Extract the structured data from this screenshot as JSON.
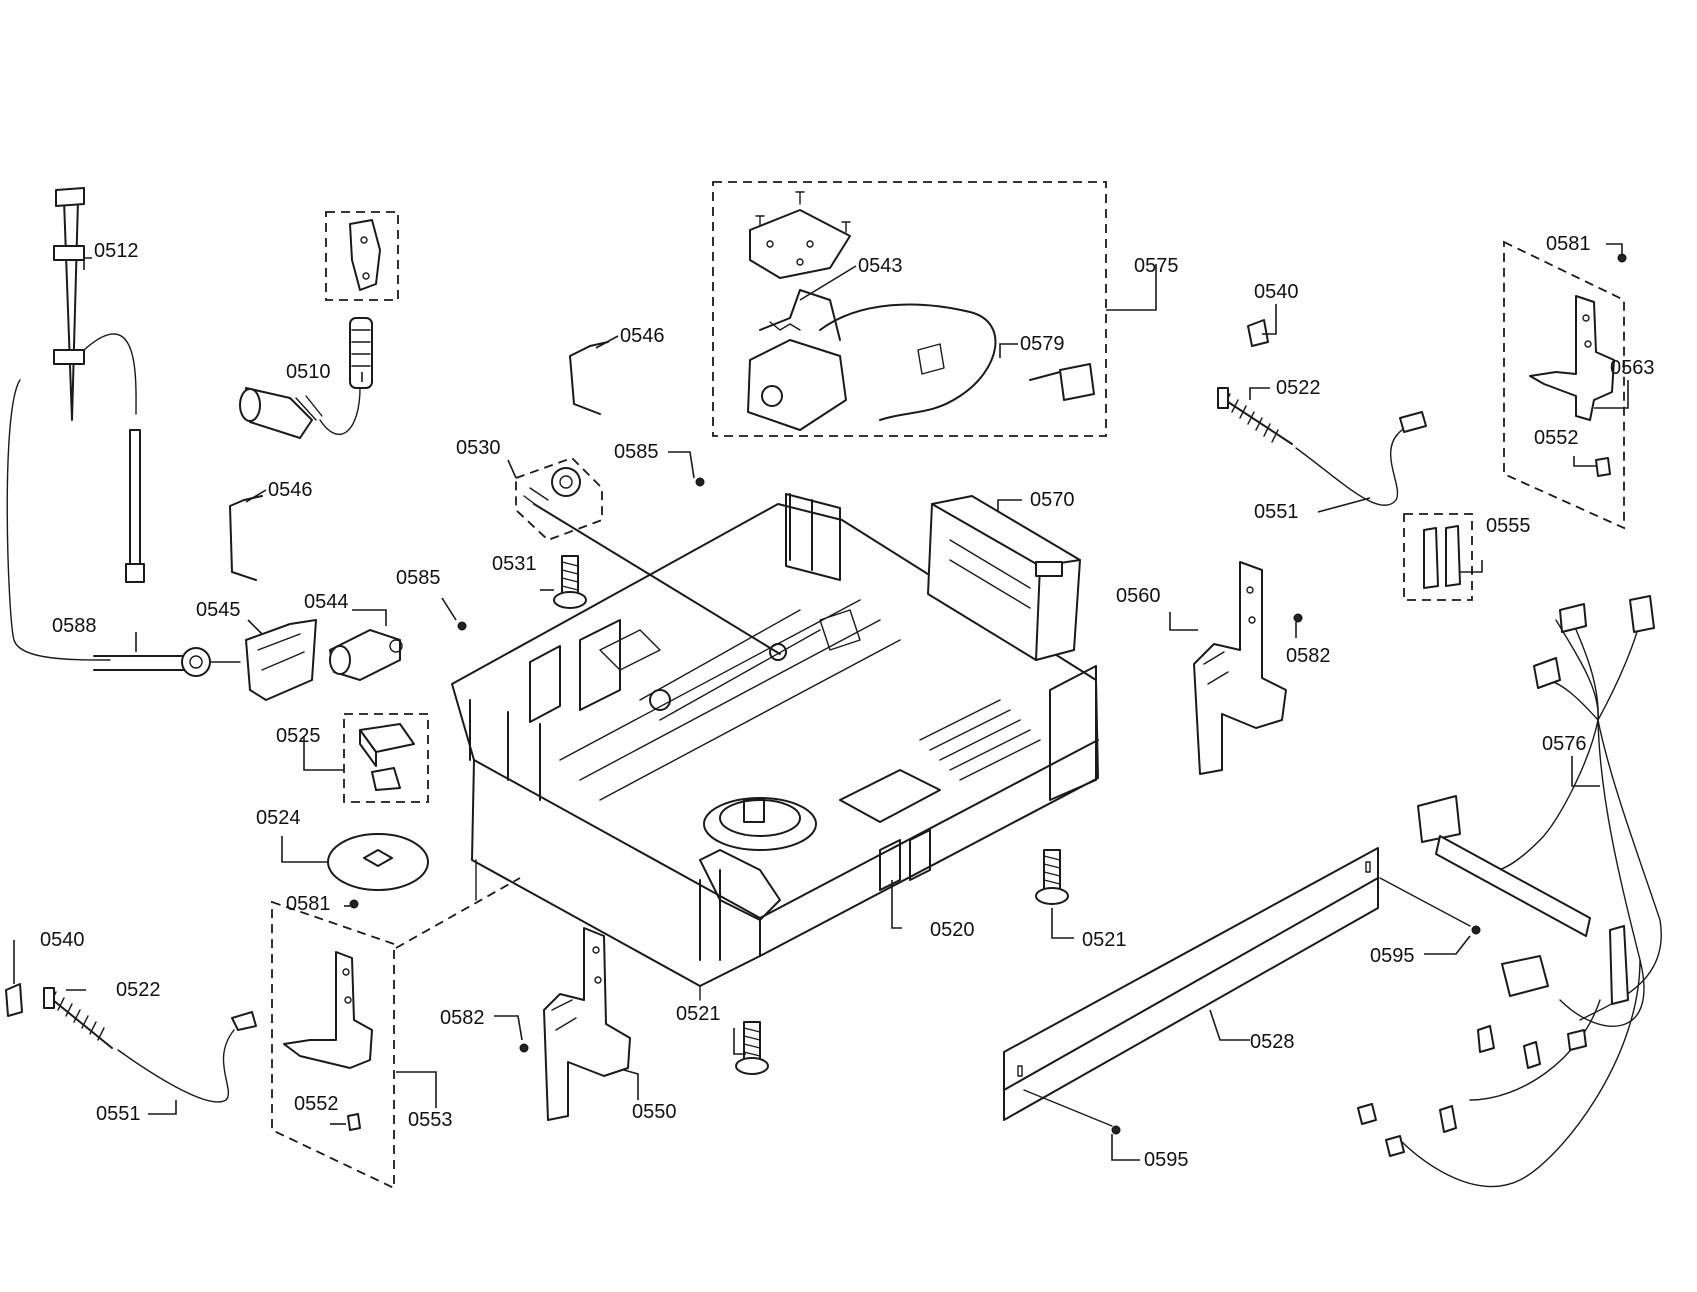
{
  "diagram": {
    "labels": [
      {
        "id": "l0512",
        "text": "0512"
      },
      {
        "id": "l0510",
        "text": "0510"
      },
      {
        "id": "l0546a",
        "text": "0546"
      },
      {
        "id": "l0546b",
        "text": "0546"
      },
      {
        "id": "l0543",
        "text": "0543"
      },
      {
        "id": "l0575",
        "text": "0575"
      },
      {
        "id": "l0579",
        "text": "0579"
      },
      {
        "id": "l0540a",
        "text": "0540"
      },
      {
        "id": "l0522a",
        "text": "0522"
      },
      {
        "id": "l0581a",
        "text": "0581"
      },
      {
        "id": "l0563",
        "text": "0563"
      },
      {
        "id": "l0552a",
        "text": "0552"
      },
      {
        "id": "l0551a",
        "text": "0551"
      },
      {
        "id": "l0555",
        "text": "0555"
      },
      {
        "id": "l0530",
        "text": "0530"
      },
      {
        "id": "l0585a",
        "text": "0585"
      },
      {
        "id": "l0570",
        "text": "0570"
      },
      {
        "id": "l0531",
        "text": "0531"
      },
      {
        "id": "l0560",
        "text": "0560"
      },
      {
        "id": "l0582a",
        "text": "0582"
      },
      {
        "id": "l0588",
        "text": "0588"
      },
      {
        "id": "l0545",
        "text": "0545"
      },
      {
        "id": "l0544",
        "text": "0544"
      },
      {
        "id": "l0585b",
        "text": "0585"
      },
      {
        "id": "l0525",
        "text": "0525"
      },
      {
        "id": "l0576",
        "text": "0576"
      },
      {
        "id": "l0524",
        "text": "0524"
      },
      {
        "id": "l0581b",
        "text": "0581"
      },
      {
        "id": "l0540b",
        "text": "0540"
      },
      {
        "id": "l0522b",
        "text": "0522"
      },
      {
        "id": "l0520",
        "text": "0520"
      },
      {
        "id": "l0521a",
        "text": "0521"
      },
      {
        "id": "l0595a",
        "text": "0595"
      },
      {
        "id": "l0582b",
        "text": "0582"
      },
      {
        "id": "l0521b",
        "text": "0521"
      },
      {
        "id": "l0528",
        "text": "0528"
      },
      {
        "id": "l0553",
        "text": "0553"
      },
      {
        "id": "l0550",
        "text": "0550"
      },
      {
        "id": "l0551b",
        "text": "0551"
      },
      {
        "id": "l0552b",
        "text": "0552"
      },
      {
        "id": "l0595b",
        "text": "0595"
      }
    ]
  }
}
